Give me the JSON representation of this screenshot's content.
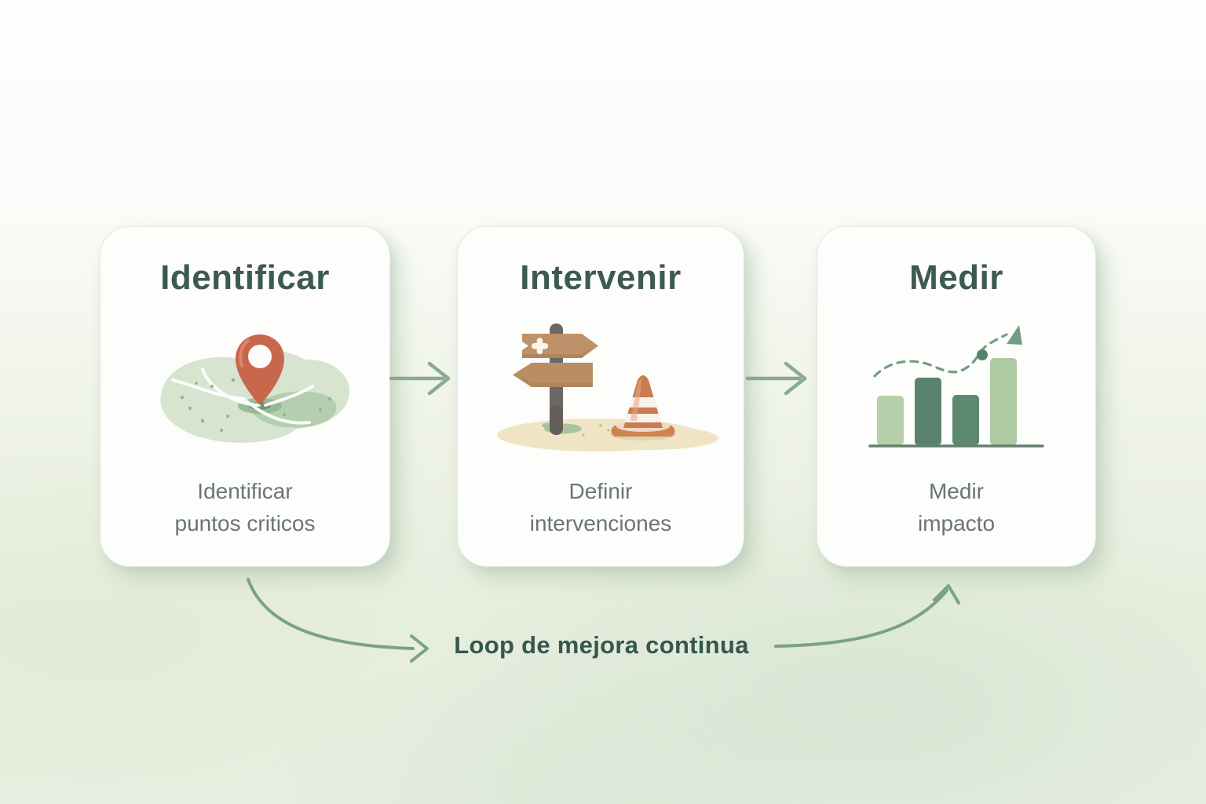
{
  "palette": {
    "title_text": "#3d5a52",
    "subtitle_text": "#68747a",
    "loop_text": "#35574e",
    "flow_arrow": "#8aab8f",
    "loop_arrow": "#7aa284",
    "pin": "#c8674c",
    "pin_hole": "#fdfcfa",
    "map_light": "#d6e4d0",
    "map_mid": "#b4ceb0",
    "map_dark": "#8fb592",
    "road": "#ffffff",
    "sign_wood_top": "#bd9169",
    "sign_wood_bottom": "#b98e65",
    "post": "#6b6763",
    "cone": "#c87c4f",
    "cone_base": "#cd8355",
    "cone_stripe": "#f6f2ea",
    "sand": "#efe5c5",
    "sand_shadow": "#e3d3a8",
    "grass": "#a9c39f",
    "bar1": "#b6cfab",
    "bar2": "#58826c",
    "bar3": "#5d8971",
    "bar4": "#aecaa3",
    "chart_line": "#6f9e84",
    "chart_baseline": "#637f6d",
    "card_bg": "#fdfdfc"
  },
  "cards": [
    {
      "title": "Identificar",
      "icon": "map-pin",
      "subtitle_line1": "Identificar",
      "subtitle_line2": "puntos criticos"
    },
    {
      "title": "Intervenir",
      "icon": "signpost-cone",
      "subtitle_line1": "Definir",
      "subtitle_line2": "intervenciones"
    },
    {
      "title": "Medir",
      "icon": "bar-chart-trend",
      "subtitle_line1": "Medir",
      "subtitle_line2": "impacto"
    }
  ],
  "loop": {
    "label": "Loop de mejora continua"
  }
}
